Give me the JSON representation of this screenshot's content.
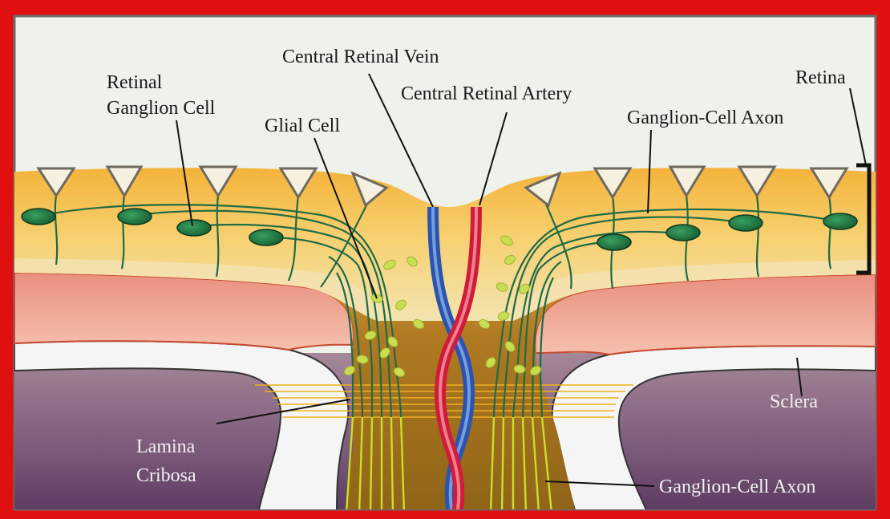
{
  "diagram": {
    "labels": {
      "retinal_ganglion_cell_line1": "Retinal",
      "retinal_ganglion_cell_line2": "Ganglion Cell",
      "glial_cell": "Glial Cell",
      "central_retinal_vein": "Central Retinal Vein",
      "central_retinal_artery": "Central Retinal Artery",
      "retina": "Retina",
      "ganglion_cell_axon_top": "Ganglion-Cell Axon",
      "sclera": "Sclera",
      "lamina_cribosa_line1": "Lamina",
      "lamina_cribosa_line2": "Cribosa",
      "ganglion_cell_axon_bottom": "Ganglion-Cell Axon"
    },
    "colors": {
      "border": "#e01010",
      "background": "#eef2ea",
      "retina_top": "#f6c24a",
      "retina_bottom": "#f3dca0",
      "choroid": "#f0a898",
      "sclera": "#f4f4f4",
      "nerve_head": "#9c6b20",
      "vein": "#3a68c8",
      "artery": "#d8203c",
      "cell_body": "#1f7a45",
      "glial": "#c8e050"
    }
  }
}
